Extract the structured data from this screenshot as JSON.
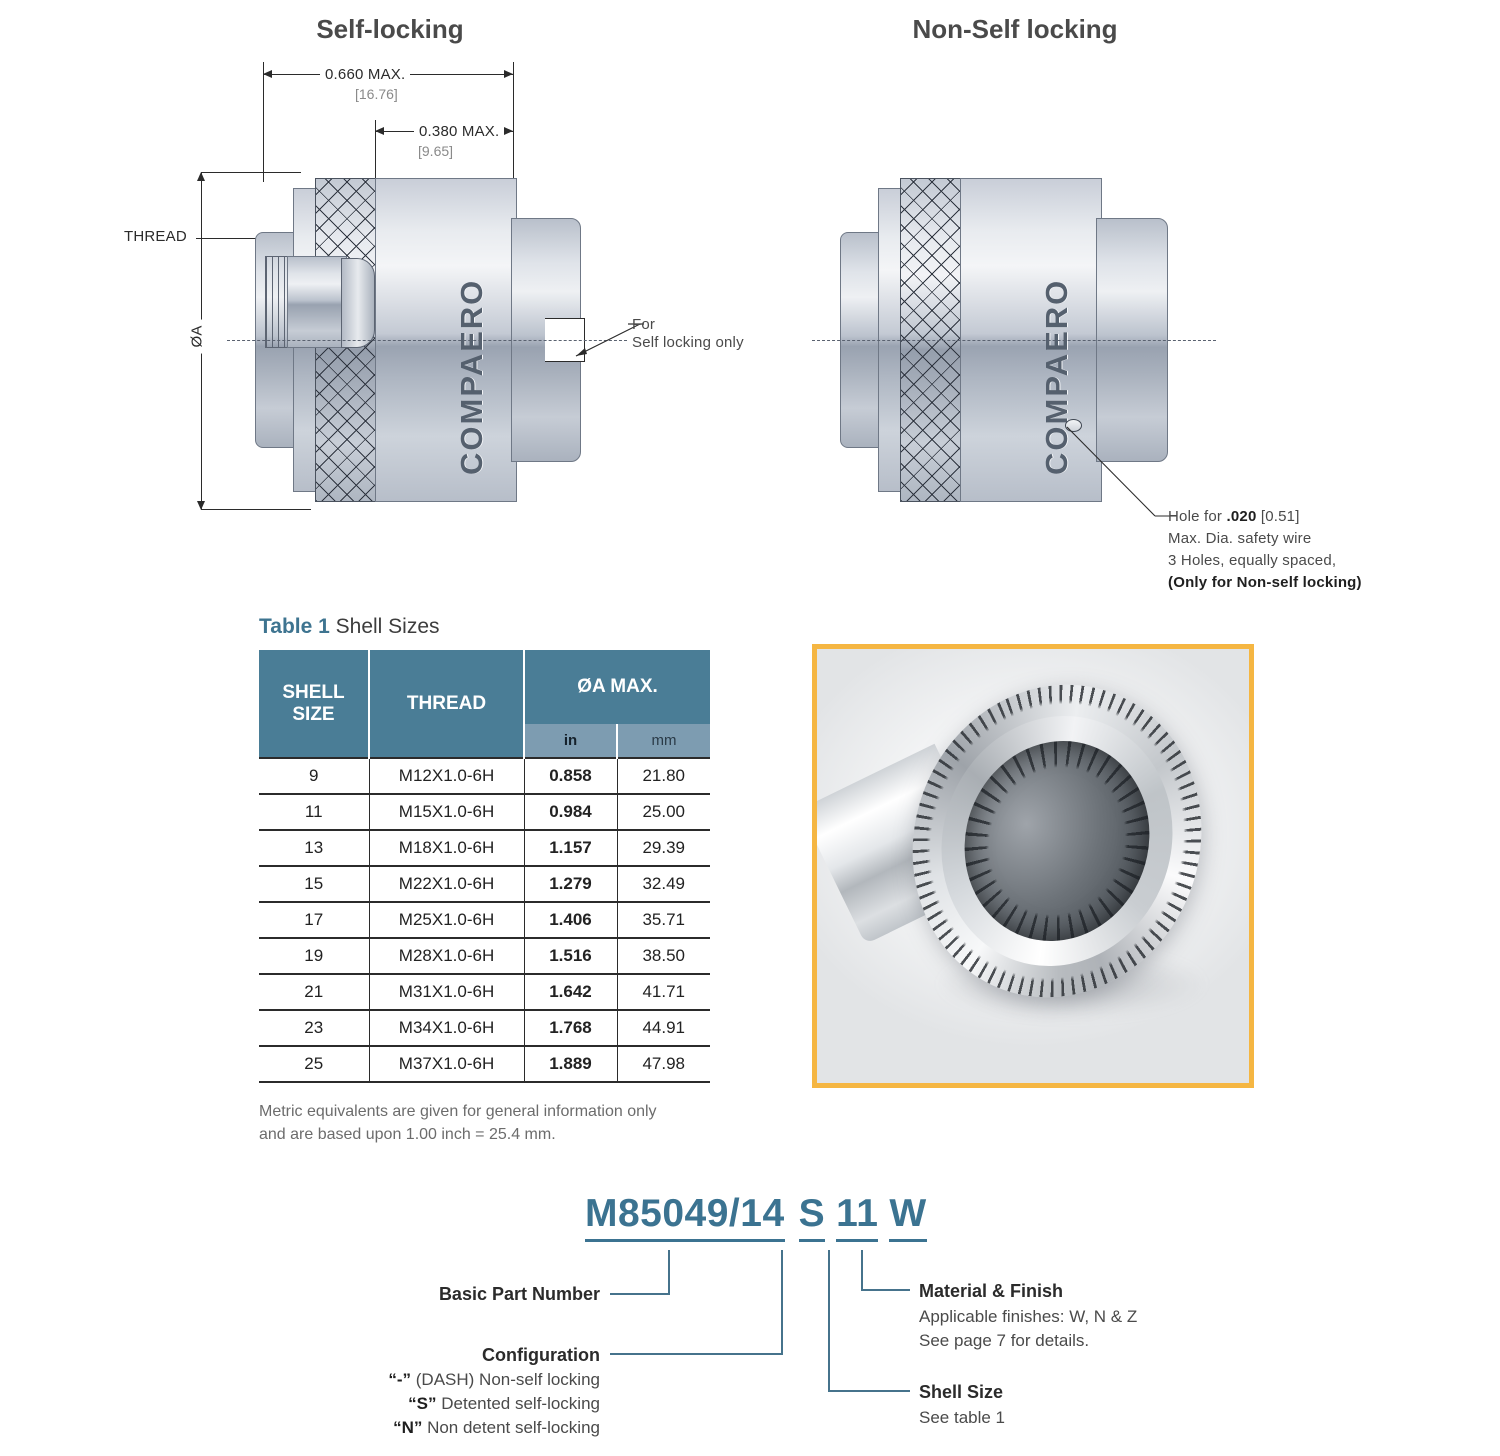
{
  "views": {
    "left": {
      "title": "Self-locking",
      "brand": "COMPAERO",
      "dims": [
        {
          "value": "0.660 MAX.",
          "metric": "[16.76]"
        },
        {
          "value": "0.380 MAX.",
          "metric": "[9.65]"
        }
      ],
      "thread_label": "THREAD",
      "diameter_label": "ØA",
      "callout": {
        "line1": "For",
        "line2": "Self locking only"
      }
    },
    "right": {
      "title": "Non-Self locking",
      "brand": "COMPAERO",
      "callout": {
        "line1_prefix": "Hole for ",
        "line1_bold": ".020",
        "line1_suffix": " [0.51]",
        "line2": "Max. Dia. safety wire",
        "line3": "3 Holes, equally spaced,",
        "line4": "(Only for Non-self locking)"
      }
    }
  },
  "table": {
    "caption_bold": "Table 1",
    "caption_rest": " Shell Sizes",
    "headers": {
      "shell_size": "SHELL SIZE",
      "thread": "THREAD",
      "dia_max": "ØA MAX.",
      "unit_in": "in",
      "unit_mm": "mm"
    },
    "rows": [
      {
        "shell_size": "9",
        "thread": "M12X1.0-6H",
        "in": "0.858",
        "mm": "21.80"
      },
      {
        "shell_size": "11",
        "thread": "M15X1.0-6H",
        "in": "0.984",
        "mm": "25.00"
      },
      {
        "shell_size": "13",
        "thread": "M18X1.0-6H",
        "in": "1.157",
        "mm": "29.39"
      },
      {
        "shell_size": "15",
        "thread": "M22X1.0-6H",
        "in": "1.279",
        "mm": "32.49"
      },
      {
        "shell_size": "17",
        "thread": "M25X1.0-6H",
        "in": "1.406",
        "mm": "35.71"
      },
      {
        "shell_size": "19",
        "thread": "M28X1.0-6H",
        "in": "1.516",
        "mm": "38.50"
      },
      {
        "shell_size": "21",
        "thread": "M31X1.0-6H",
        "in": "1.642",
        "mm": "41.71"
      },
      {
        "shell_size": "23",
        "thread": "M34X1.0-6H",
        "in": "1.768",
        "mm": "44.91"
      },
      {
        "shell_size": "25",
        "thread": "M37X1.0-6H",
        "in": "1.889",
        "mm": "47.98"
      }
    ],
    "note_line1": "Metric equivalents are given for general information only",
    "note_line2": "and are based upon 1.00 inch = 25.4 mm."
  },
  "part_number": {
    "base": "M85049/14",
    "configuration": "S",
    "shell_size": "11",
    "material_finish": "W",
    "legend": {
      "basic_part_number": "Basic Part Number",
      "configuration_title": "Configuration",
      "configuration_options": [
        {
          "code": "“-”",
          "desc": " (DASH) Non-self locking"
        },
        {
          "code": "“S”",
          "desc": " Detented self-locking"
        },
        {
          "code": "“N”",
          "desc": " Non detent self-locking"
        }
      ],
      "material_title": "Material & Finish",
      "material_line1": "Applicable finishes: W, N & Z",
      "material_line2": "See page 7 for details.",
      "shell_title": "Shell Size",
      "shell_line1": "See table 1"
    }
  },
  "colors": {
    "table_header": "#4a7d96",
    "table_subheader": "#7d9cb1",
    "accent_blue": "#3b7391",
    "photo_border": "#f5b642"
  }
}
